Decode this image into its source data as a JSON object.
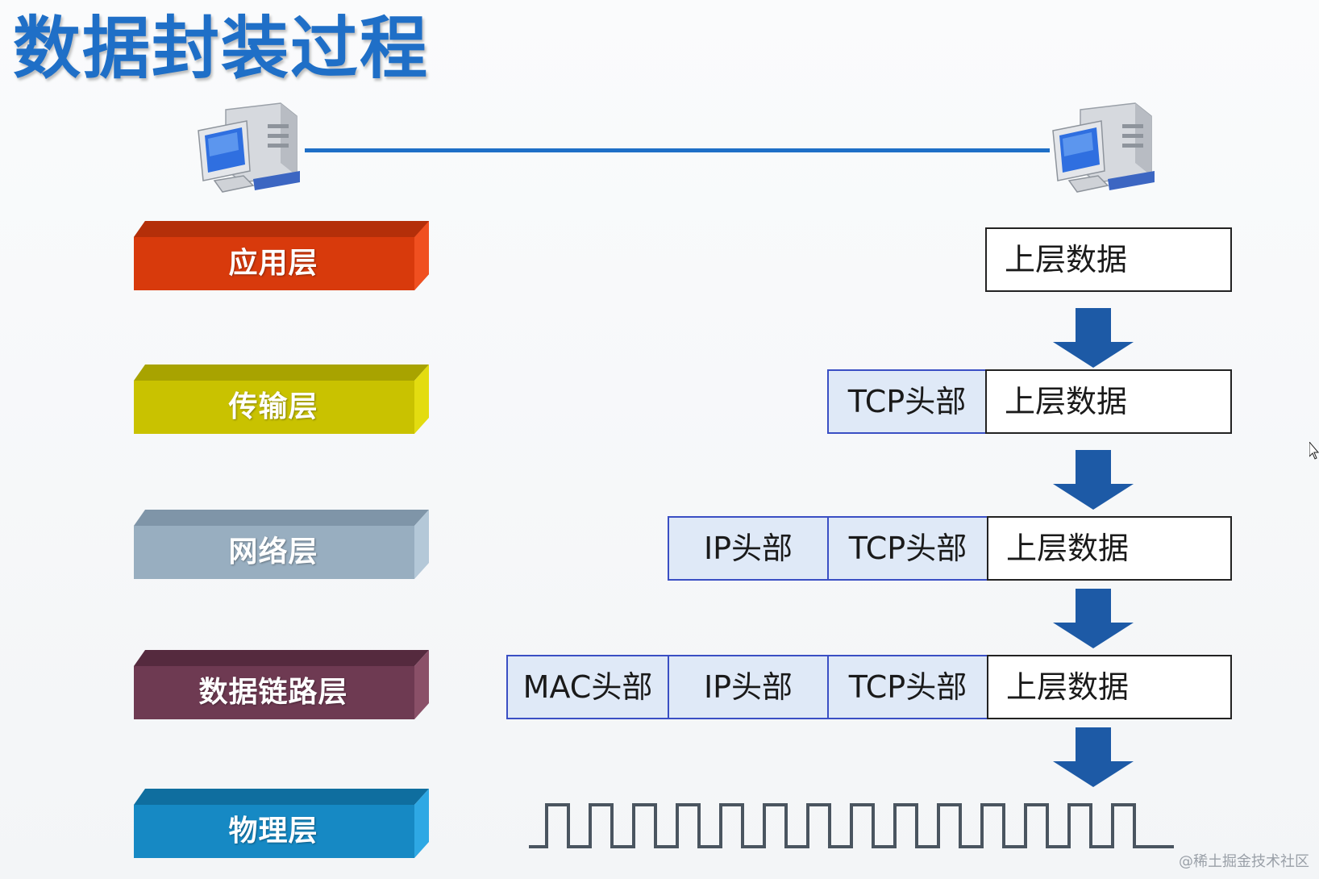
{
  "title": "数据封装过程",
  "layers": [
    {
      "label": "应用层",
      "color": "#d83a0c"
    },
    {
      "label": "传输层",
      "color": "#c9c200"
    },
    {
      "label": "网络层",
      "color": "#98aec0"
    },
    {
      "label": "数据链路层",
      "color": "#6e3a52"
    },
    {
      "label": "物理层",
      "color": "#1689c4"
    }
  ],
  "frames": {
    "row1": {
      "data": "上层数据"
    },
    "row2": {
      "tcp": "TCP头部",
      "data": "上层数据"
    },
    "row3": {
      "ip": "IP头部",
      "tcp": "TCP头部",
      "data": "上层数据"
    },
    "row4": {
      "mac": "MAC头部",
      "ip": "IP头部",
      "tcp": "TCP头部",
      "data": "上层数据"
    }
  },
  "icons": {
    "computer": "computer-icon",
    "arrow": "down-arrow-icon",
    "signal": "square-wave-signal"
  },
  "colors": {
    "accent": "#1f6fc7",
    "header_fill": "#dfe9f7",
    "header_border": "#3a4fc4",
    "arrow": "#1d5aa6"
  },
  "watermark": "@稀土掘金技术社区"
}
